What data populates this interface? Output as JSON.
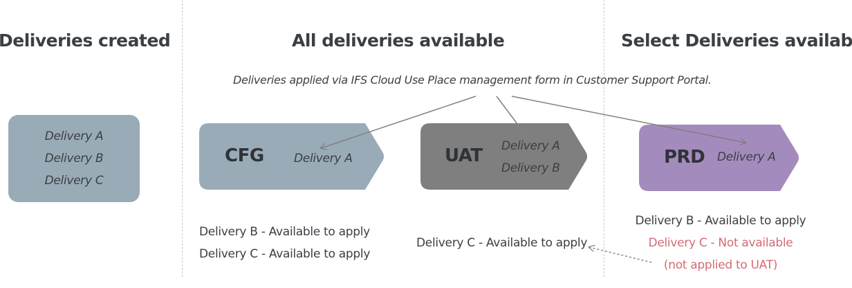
{
  "titles": {
    "created": "Deliveries created",
    "all": "All deliveries available",
    "select": "Select Deliveries available"
  },
  "note": "Deliveries applied via IFS Cloud Use Place management form in Customer Support Portal.",
  "created_box": {
    "items": [
      "Delivery A",
      "Delivery B",
      "Delivery C"
    ]
  },
  "environments": {
    "cfg": {
      "label": "CFG",
      "deliveries": [
        "Delivery A"
      ],
      "color": "#9aabb8"
    },
    "uat": {
      "label": "UAT",
      "deliveries": [
        "Delivery A",
        "Delivery B"
      ],
      "color": "#7f7f7f"
    },
    "prd": {
      "label": "PRD",
      "deliveries": [
        "Delivery A"
      ],
      "color": "#a48bbd"
    }
  },
  "status": {
    "cfg": [
      "Delivery B - Available to apply",
      "Delivery C - Available to apply"
    ],
    "uat": [
      "Delivery C - Available to apply"
    ],
    "prd_available": "Delivery B - Available to apply",
    "prd_not_available": [
      "Delivery C - Not available",
      "(not applied to UAT)"
    ]
  },
  "colors": {
    "not_available": "#d46a74",
    "arrow": "#808080"
  }
}
